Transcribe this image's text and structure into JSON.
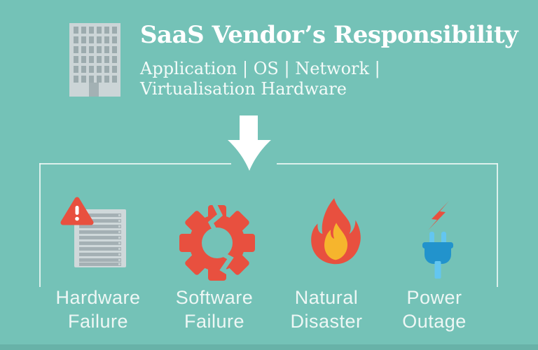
{
  "header": {
    "title": "SaaS Vendor’s Responsibility",
    "subtitle_line1": "Application  |  OS  |  Network  |",
    "subtitle_line2": "Virtualisation Hardware",
    "building_icon": "office-building-icon"
  },
  "flow": {
    "arrow_icon": "down-arrow-icon"
  },
  "items": [
    {
      "icon": "hardware-failure-document-warning-icon",
      "line1": "Hardware",
      "line2": "Failure"
    },
    {
      "icon": "software-failure-broken-gear-icon",
      "line1": "Software",
      "line2": "Failure"
    },
    {
      "icon": "natural-disaster-flame-icon",
      "line1": "Natural",
      "line2": "Disaster"
    },
    {
      "icon": "power-outage-plug-bolt-icon",
      "line1": "Power",
      "line2": "Outage"
    }
  ],
  "colors": {
    "background": "#74c2b7",
    "bottom_strip": "#68b2a8",
    "accent_red": "#e8503f",
    "flame_yellow": "#f6b52d",
    "plug_blue": "#2293cc",
    "plug_light_blue": "#63c6f0",
    "building_gray": "#ccd5d7",
    "window_gray": "#9cabae",
    "text_white": "#ffffff",
    "bracket_line": "#eef8f6"
  }
}
